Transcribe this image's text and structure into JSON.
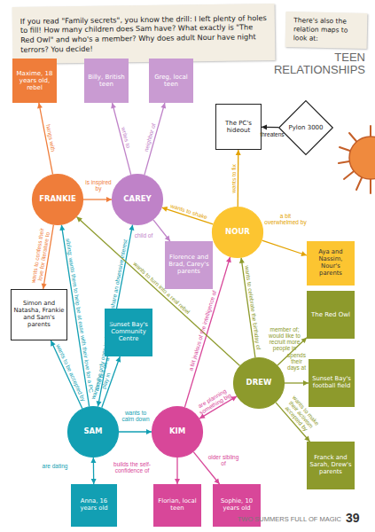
{
  "diagram": {
    "title": "TEEN RELATIONSHIPS",
    "nodes": [
      {
        "text": [
          "If you read \"Family secrets\", you know the drill: I left plenty of holes to fill! How many children does Sam have? What exactly is \"The Red Owl\" and who's a member? Why does adult Nour have night terrors? You decide!"
        ]
      },
      {
        "text": [
          "There's also the relation maps to look at:"
        ]
      },
      {
        "text": [
          "Maxime, 18 years old, rebel"
        ]
      },
      {
        "text": [
          "Billy, British teen"
        ]
      },
      {
        "text": [
          "Greg, local teen"
        ]
      },
      {
        "text": [
          "The PC's hideout"
        ]
      },
      {
        "text": [
          "Pylon 3000"
        ]
      },
      {
        "text": [
          "FRANKIE"
        ]
      },
      {
        "text": [
          "CAREY"
        ]
      },
      {
        "text": [
          "NOUR"
        ]
      },
      {
        "text": [
          "Florence and Brad, Carey's parents"
        ]
      },
      {
        "text": [
          "Aya and Nassim, Nour's parents"
        ]
      },
      {
        "text": [
          "Simon and Natasha, Frankie and Sam's parents"
        ]
      },
      {
        "text": [
          "Sunset Bay's Community Centre"
        ]
      },
      {
        "text": [
          "The Red Owl"
        ]
      },
      {
        "text": [
          "DREW"
        ]
      },
      {
        "text": [
          "Sunset Bay's football field"
        ]
      },
      {
        "text": [
          "SAM"
        ]
      },
      {
        "text": [
          "KIM"
        ]
      },
      {
        "text": [
          "Franck and Sarah, Drew's parents"
        ]
      },
      {
        "text": [
          "Anna, 16 years old"
        ]
      },
      {
        "text": [
          "Florian, local teen"
        ]
      },
      {
        "text": [
          "Sophie, 10 years old"
        ]
      }
    ],
    "edges": [
      {
        "from": 7,
        "to": 2,
        "label": "hangs with",
        "arrow": "to"
      },
      {
        "from": 8,
        "to": 3,
        "label": "writes to",
        "arrow": "to"
      },
      {
        "from": 8,
        "to": 4,
        "label": "neighbor of",
        "arrow": "to"
      },
      {
        "from": 7,
        "to": 8,
        "label": "is inspired by",
        "arrow": "to"
      },
      {
        "from": 8,
        "to": 10,
        "label": "child of",
        "arrow": "to"
      },
      {
        "from": 9,
        "to": 8,
        "label": "wants to shake",
        "arrow": "to"
      },
      {
        "from": 9,
        "to": 5,
        "label": "wants to fix",
        "arrow": "to"
      },
      {
        "from": 6,
        "to": 5,
        "label": "threatens",
        "arrow": "to"
      },
      {
        "from": 9,
        "to": 11,
        "label": "a bit overwhelmed by",
        "arrow": "to"
      },
      {
        "from": 7,
        "to": 12,
        "label": "wants to confess their love for literature to",
        "arrow": "to"
      },
      {
        "from": 17,
        "to": 7,
        "label": "sibling; wants them to help be at ease with their love for a PC",
        "arrow": "to"
      },
      {
        "from": 17,
        "to": 12,
        "label": "wants to be accepted by",
        "arrow": "to"
      },
      {
        "from": 17,
        "to": 8,
        "label": "are the only ones in the group to share an obsessive interest",
        "arrow": "both"
      },
      {
        "from": 17,
        "to": 13,
        "label": "wants to put on a play in",
        "arrow": "to"
      },
      {
        "from": 17,
        "to": 18,
        "label": "wants to calm down",
        "arrow": "to"
      },
      {
        "from": 17,
        "to": 20,
        "label": "are dating",
        "arrow": "both"
      },
      {
        "from": 18,
        "to": 21,
        "label": "builds the self-confidence of",
        "arrow": "to"
      },
      {
        "from": 18,
        "to": 22,
        "label": "older sibling of",
        "arrow": "to"
      },
      {
        "from": 18,
        "to": 9,
        "label": "a bit jealous of the intelligence of",
        "arrow": "to"
      },
      {
        "from": 18,
        "to": 15,
        "label": "are planning something big",
        "arrow": "both"
      },
      {
        "from": 15,
        "to": 7,
        "label": "wants to turn into a real rebel",
        "arrow": "to"
      },
      {
        "from": 15,
        "to": 9,
        "label": "wants to celebrate the birthday of",
        "arrow": "to"
      },
      {
        "from": 15,
        "to": 14,
        "label": "member of; would like to recruit more people in",
        "arrow": "to"
      },
      {
        "from": 15,
        "to": 16,
        "label": "spends their days at",
        "arrow": "to"
      },
      {
        "from": 15,
        "to": 19,
        "label": "wants to make their activism accepted by",
        "arrow": "to"
      }
    ],
    "labels": [
      "TWO SUMMERS FULL OF MAGIC",
      "39"
    ]
  }
}
